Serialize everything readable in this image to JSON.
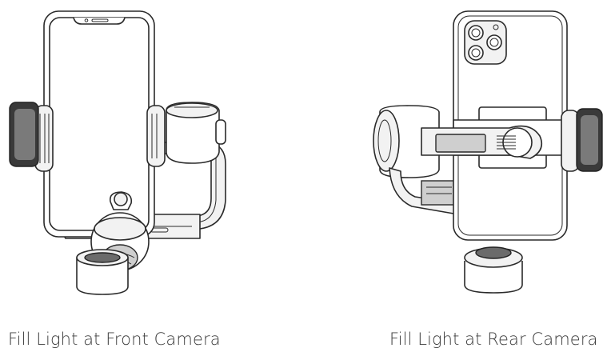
{
  "captions": {
    "front": "Fill Light at Front Camera",
    "rear": "Fill Light at Rear Camera"
  },
  "colors": {
    "background": "#ffffff",
    "line": "#2a2a2a",
    "caption_text": "#3c3c3c",
    "fill_light": "#6b6b6b"
  },
  "icons": {
    "front": "phone-gimbal-fill-light-front-illustration",
    "rear": "phone-gimbal-fill-light-rear-illustration"
  }
}
